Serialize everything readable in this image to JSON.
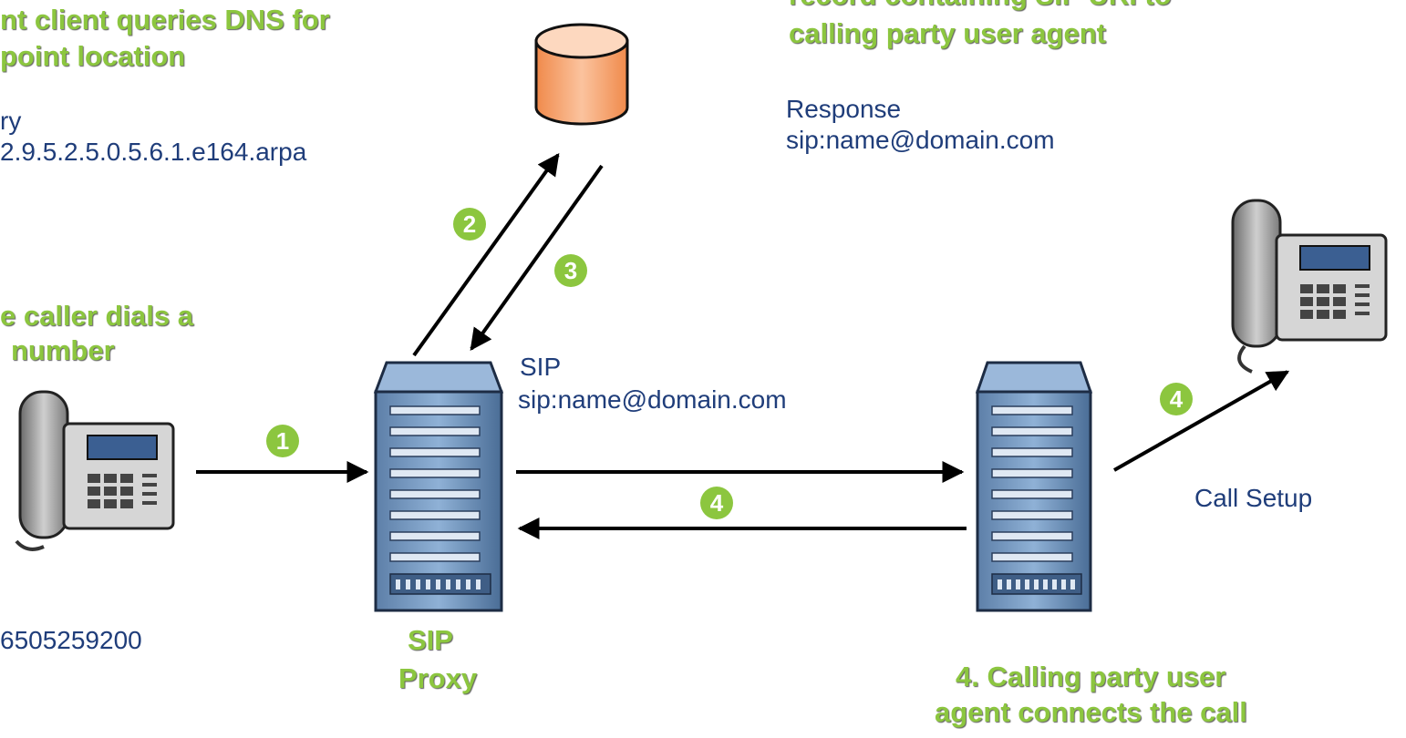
{
  "step1": {
    "title_line1": "e caller dials a",
    "title_line2": "number",
    "number": "6505259200"
  },
  "step2": {
    "title_line1": "nt client queries DNS for",
    "title_line2": "point location",
    "query_label": "ry",
    "query_value": "2.9.5.2.5.0.5.6.1.e164.arpa"
  },
  "step3": {
    "title_line1": "record containing SIP URI to",
    "title_line2": "calling party user agent",
    "response_label": "Response",
    "response_value": "sip:name@domain.com"
  },
  "step4": {
    "title_line1": "4. Calling party user",
    "title_line2": "agent connects the call",
    "call_setup": "Call Setup"
  },
  "sip_message": {
    "label": "SIP",
    "value": "sip:name@domain.com"
  },
  "proxy": {
    "line1": "SIP",
    "line2": "Proxy"
  },
  "badges": {
    "b1": "1",
    "b2": "2",
    "b3": "3",
    "b4a": "4",
    "b4b": "4"
  }
}
